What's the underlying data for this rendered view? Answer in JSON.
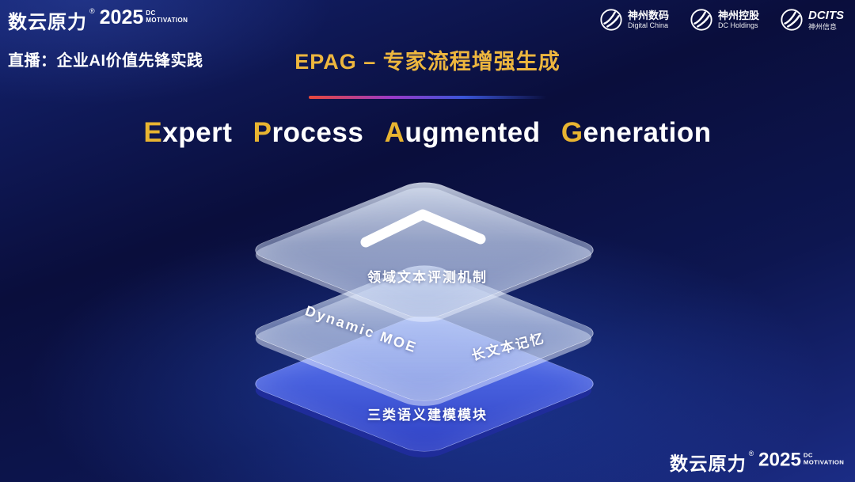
{
  "brand": {
    "name": "数云原力",
    "reg": "®",
    "year": "2025",
    "line1": "DC",
    "line2": "MOTIVATION"
  },
  "header": {
    "live_label": "直播：企业AI价值先锋实践",
    "title": "EPAG – 专家流程增强生成",
    "partners": [
      {
        "name": "神州数码",
        "sub": "Digital China"
      },
      {
        "name": "神州控股",
        "sub": "DC Holdings"
      },
      {
        "name": "DCITS",
        "sub": "神州信息"
      }
    ]
  },
  "subtitle": {
    "words": [
      {
        "initial": "E",
        "rest": "xpert"
      },
      {
        "initial": "P",
        "rest": "rocess"
      },
      {
        "initial": "A",
        "rest": "ugmented"
      },
      {
        "initial": "G",
        "rest": "eneration"
      }
    ]
  },
  "diagram": {
    "top_label": "领域文本评测机制",
    "middle_left_label": "Dynamic MOE",
    "middle_right_label": "长文本记忆",
    "bottom_label": "三类语义建模模块"
  },
  "colors": {
    "accent_gold": "#e8b431",
    "layer_blue": "#4a63e0",
    "divider_red": "#e8483a"
  }
}
